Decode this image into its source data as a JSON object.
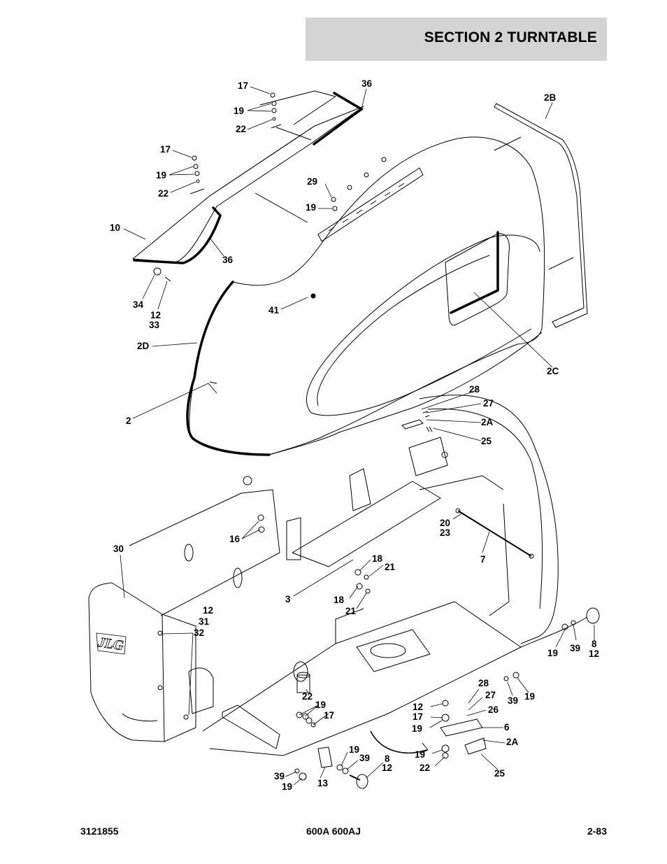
{
  "header": {
    "section_title": "SECTION 2   TURNTABLE"
  },
  "footer": {
    "doc_number": "3121855",
    "model": "600A 600AJ",
    "page": "2-83"
  },
  "logo": {
    "text": "JLG"
  },
  "callouts": {
    "c17a": "17",
    "c19a": "19",
    "c22a": "22",
    "c36a": "36",
    "c17b": "17",
    "c19b": "19",
    "c22b": "22",
    "c10": "10",
    "c36b": "36",
    "c34": "34",
    "c12a": "12",
    "c33": "33",
    "c29": "29",
    "c19c": "19",
    "c41": "41",
    "c2D": "2D",
    "c2": "2",
    "c2B": "2B",
    "c2C": "2C",
    "c28a": "28",
    "c27a": "27",
    "c2Aa": "2A",
    "c25a": "25",
    "c30": "30",
    "c16": "16",
    "c20": "20",
    "c23": "23",
    "c7": "7",
    "c18a": "18",
    "c21a": "21",
    "c3": "3",
    "c18b": "18",
    "c21b": "21",
    "c12b": "12",
    "c31": "31",
    "c32": "32",
    "c19d": "19",
    "c39a": "39",
    "c8a": "8",
    "c12c": "12",
    "c22c": "22",
    "c19e": "19",
    "c17c": "17",
    "c28b": "28",
    "c27b": "27",
    "c39b": "39",
    "c19f": "19",
    "c26": "26",
    "c12d": "12",
    "c17d": "17",
    "c6": "6",
    "c19g": "19",
    "c2Ab": "2A",
    "c19h": "19",
    "c22d": "22",
    "c25b": "25",
    "c19i": "19",
    "c39c": "39",
    "c8b": "8",
    "c12e": "12",
    "c39d": "39",
    "c19j": "19",
    "c13": "13"
  }
}
